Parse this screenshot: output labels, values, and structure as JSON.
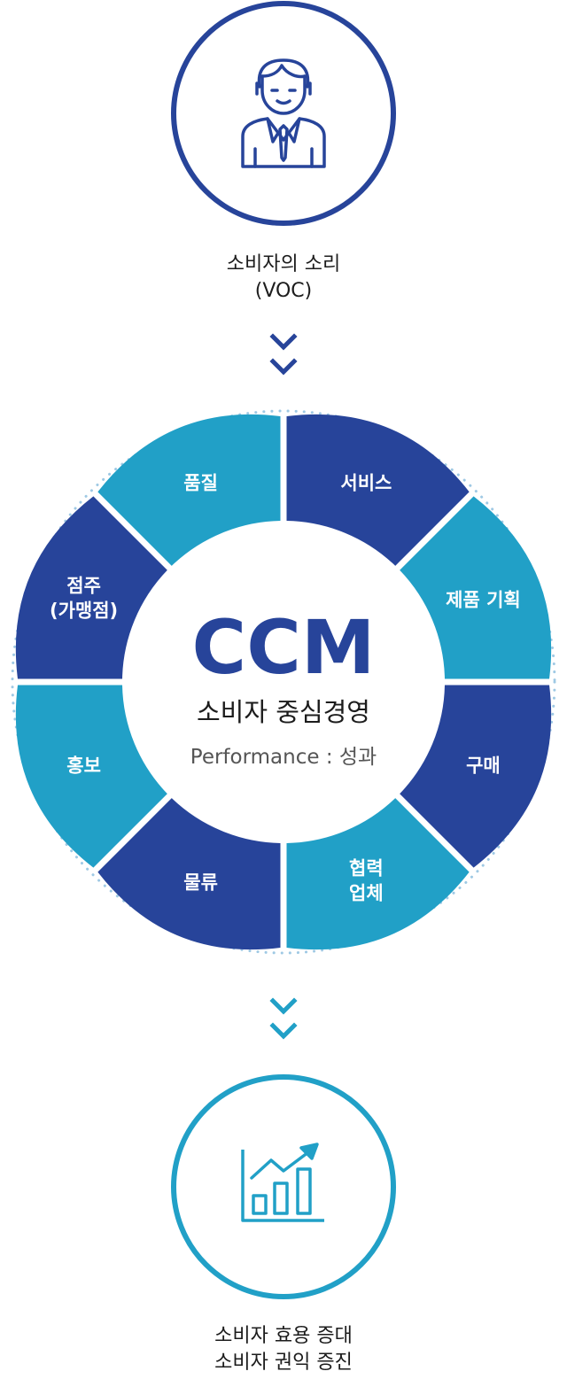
{
  "voc": {
    "icon": "person-icon",
    "line1": "소비자의 소리",
    "line2": "(VOC)"
  },
  "ccm": {
    "title": "CCM",
    "subtitle": "소비자 중심경영",
    "performance": "Performance : 성과"
  },
  "segments": [
    {
      "key": "service",
      "label": "서비스",
      "label2": "",
      "color": "#27449a"
    },
    {
      "key": "product-planning",
      "label": "제품 기획",
      "label2": "",
      "color": "#21a0c7"
    },
    {
      "key": "purchase",
      "label": "구매",
      "label2": "",
      "color": "#27449a"
    },
    {
      "key": "partner",
      "label": "협력",
      "label2": "업체",
      "color": "#21a0c7"
    },
    {
      "key": "logistics",
      "label": "물류",
      "label2": "",
      "color": "#27449a"
    },
    {
      "key": "promotion",
      "label": "홍보",
      "label2": "",
      "color": "#21a0c7"
    },
    {
      "key": "store-owner",
      "label": "점주",
      "label2": "(가맹점)",
      "color": "#27449a"
    },
    {
      "key": "quality",
      "label": "품질",
      "label2": "",
      "color": "#21a0c7"
    }
  ],
  "result": {
    "icon": "growth-chart-icon",
    "line1": "소비자 효용 증대",
    "line2": "소비자 권익 증진"
  },
  "colors": {
    "navy": "#27449a",
    "cyan": "#21a0c7",
    "dots": "#9fc9e4"
  }
}
